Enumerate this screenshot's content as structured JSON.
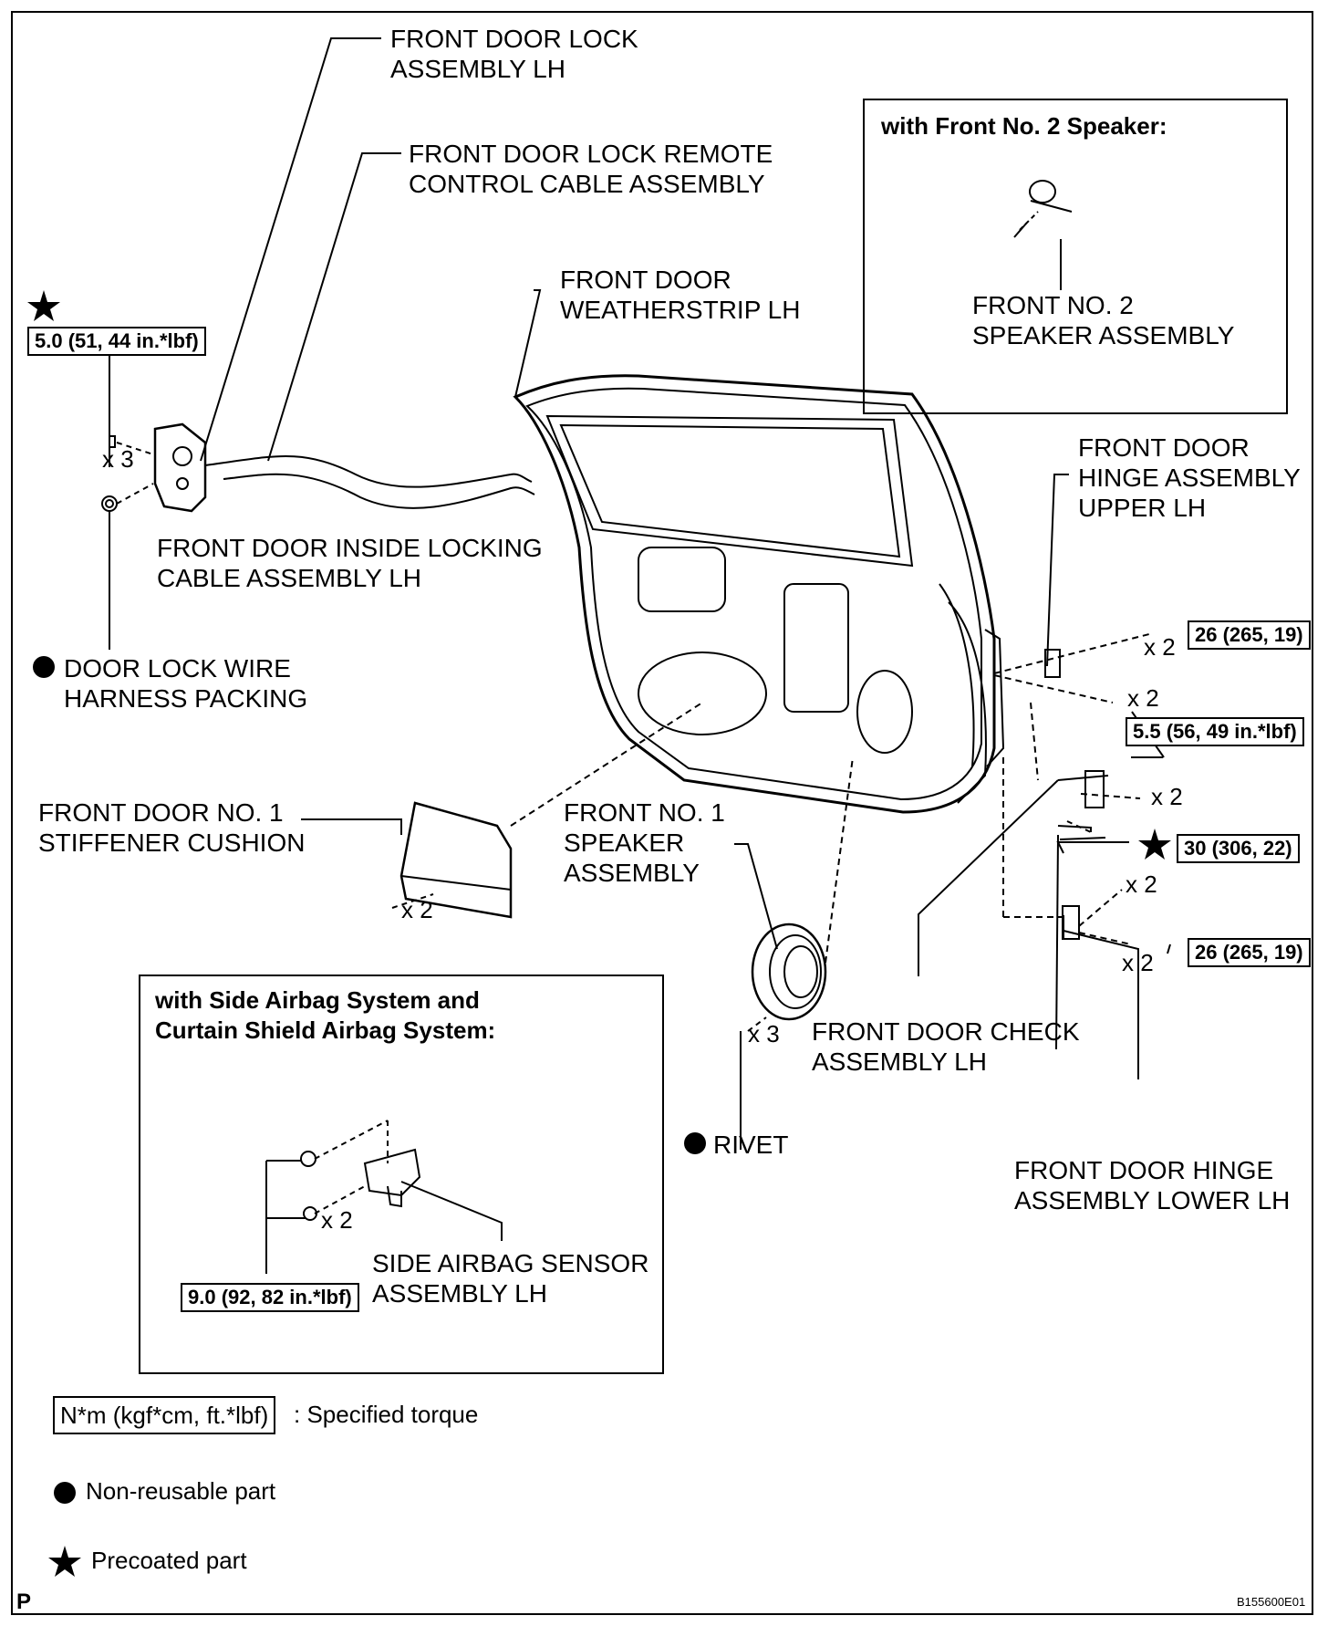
{
  "labels": {
    "lock_assembly": "FRONT DOOR LOCK\nASSEMBLY LH",
    "remote_cable": "FRONT DOOR LOCK REMOTE\nCONTROL CABLE ASSEMBLY",
    "weatherstrip": "FRONT DOOR\nWEATHERSTRIP LH",
    "inside_cable": "FRONT DOOR INSIDE LOCKING\nCABLE ASSEMBLY LH",
    "wire_packing": "DOOR LOCK WIRE\nHARNESS PACKING",
    "stiffener": "FRONT DOOR NO. 1\nSTIFFENER CUSHION",
    "speaker1": "FRONT NO. 1\nSPEAKER\nASSEMBLY",
    "rivet": "RIVET",
    "check_assembly": "FRONT DOOR CHECK\nASSEMBLY LH",
    "hinge_upper": "FRONT DOOR\nHINGE ASSEMBLY\nUPPER LH",
    "hinge_lower": "FRONT DOOR HINGE\nASSEMBLY LOWER LH",
    "speaker2": "FRONT NO. 2\nSPEAKER ASSEMBLY",
    "airbag_sensor": "SIDE AIRBAG SENSOR\nASSEMBLY LH"
  },
  "insets": {
    "speaker2_title": "with Front No. 2 Speaker:",
    "airbag_title": "with Side Airbag System and\nCurtain Shield Airbag System:"
  },
  "torques": {
    "lock": "5.0 (51, 44 in.*lbf)",
    "hinge_upper_a": "26 (265, 19)",
    "hinge_mid": "5.5 (56, 49 in.*lbf)",
    "check": "30 (306, 22)",
    "hinge_lower": "26 (265, 19)",
    "airbag": "9.0 (92, 82 in.*lbf)"
  },
  "quantities": {
    "lock_screws": "x 3",
    "stiffener_clips": "x 2",
    "rivets": "x 3",
    "upper_bolts": "x 2",
    "upper_bolts_2": "x 2",
    "mid_bolts": "x 2",
    "lower_bolts_1": "x 2",
    "lower_bolts_2": "x 2",
    "airbag_bolts": "x 2"
  },
  "legend": {
    "torque_box": "N*m (kgf*cm, ft.*lbf)",
    "torque_text": ": Specified torque",
    "non_reusable": "Non-reusable part",
    "precoated": "Precoated part"
  },
  "corner_letter": "P",
  "figure_code": "B155600E01"
}
